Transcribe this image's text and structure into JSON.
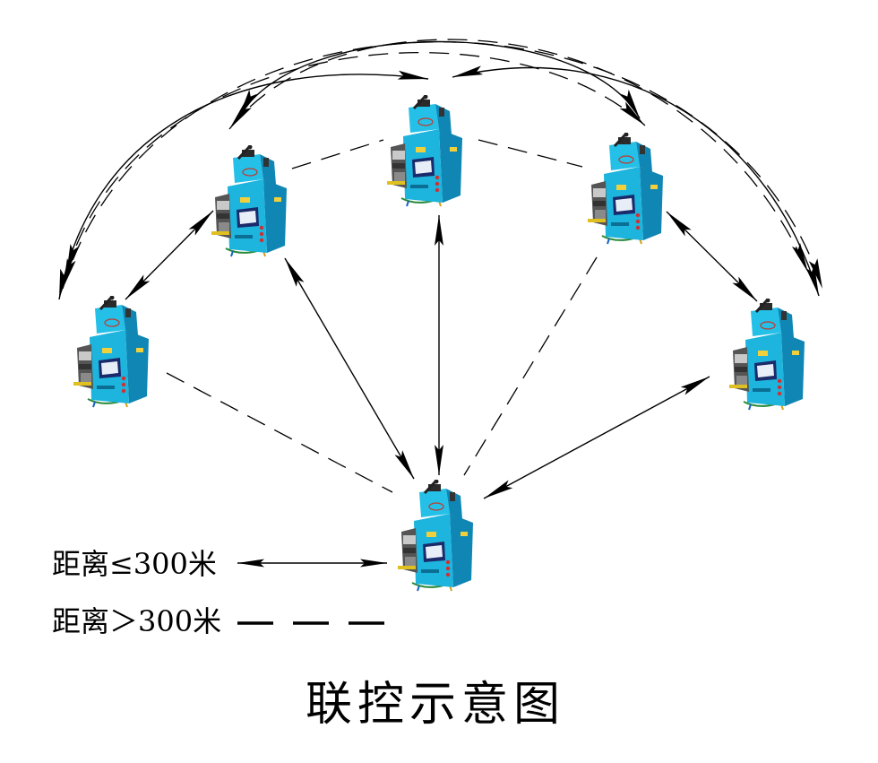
{
  "title": "联控示意图",
  "legend": {
    "near_label": "距离≤300米",
    "far_label": "距离＞300米"
  },
  "colors": {
    "machine_front": "#1db4dd",
    "machine_side": "#0f86b3",
    "machine_head": "#25c0e8",
    "line": "#000000"
  }
}
